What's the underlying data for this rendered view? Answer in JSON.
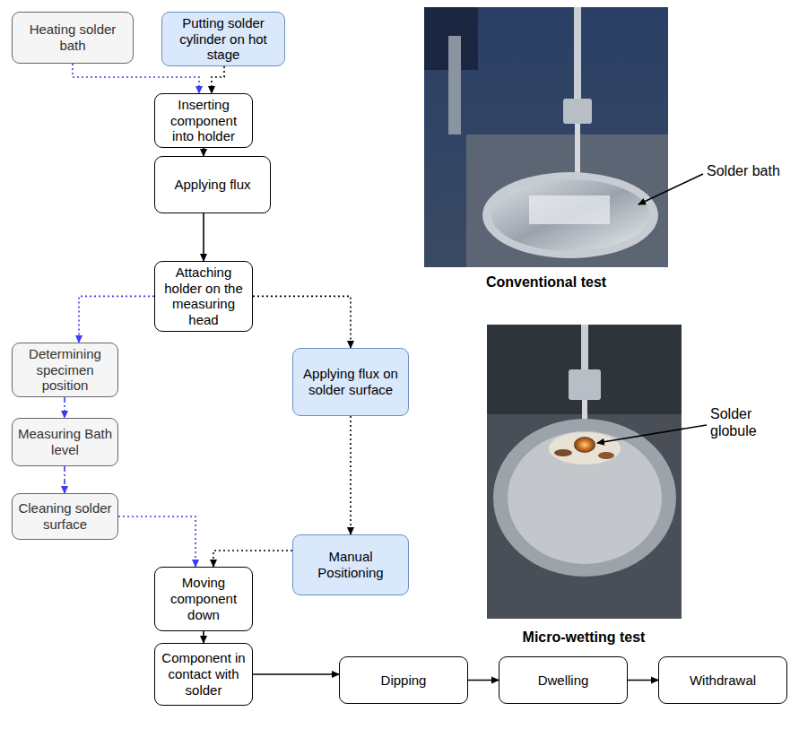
{
  "diagram": {
    "nodes": [
      {
        "text": [
          "Heating solder bath"
        ]
      },
      {
        "text": [
          "Putting solder cylinder on hot stage"
        ]
      },
      {
        "text": [
          "Inserting component into holder"
        ]
      },
      {
        "text": [
          "Applying flux"
        ]
      },
      {
        "text": [
          "Attaching holder on the measuring head"
        ]
      },
      {
        "text": [
          "Determining specimen position"
        ]
      },
      {
        "text": [
          "Applying flux on solder surface"
        ]
      },
      {
        "text": [
          "Measuring Bath level"
        ]
      },
      {
        "text": [
          "Cleaning solder surface"
        ]
      },
      {
        "text": [
          "Manual Positioning"
        ]
      },
      {
        "text": [
          "Moving component down"
        ]
      },
      {
        "text": [
          "Component in contact with solder"
        ]
      },
      {
        "text": [
          "Dipping"
        ]
      },
      {
        "text": [
          "Dwelling"
        ]
      },
      {
        "text": [
          "Withdrawal"
        ]
      }
    ],
    "edges": [
      {
        "from": 0,
        "to": 2,
        "arrow": "to"
      },
      {
        "from": 1,
        "to": 2,
        "arrow": "to"
      },
      {
        "from": 2,
        "to": 3,
        "arrow": "to"
      },
      {
        "from": 3,
        "to": 4,
        "arrow": "to"
      },
      {
        "from": 4,
        "to": 5,
        "arrow": "to"
      },
      {
        "from": 4,
        "to": 6,
        "arrow": "to"
      },
      {
        "from": 5,
        "to": 7,
        "arrow": "to"
      },
      {
        "from": 7,
        "to": 8,
        "arrow": "to"
      },
      {
        "from": 8,
        "to": 10,
        "arrow": "to"
      },
      {
        "from": 6,
        "to": 9,
        "arrow": "to"
      },
      {
        "from": 9,
        "to": 10,
        "arrow": "to"
      },
      {
        "from": 10,
        "to": 11,
        "arrow": "to"
      },
      {
        "from": 11,
        "to": 12,
        "arrow": "to"
      },
      {
        "from": 12,
        "to": 13,
        "arrow": "to"
      },
      {
        "from": 13,
        "to": 14,
        "arrow": "to"
      }
    ],
    "labels": [
      "Solder bath",
      "Conventional test",
      "Solder globule",
      "Micro-wetting test"
    ]
  }
}
